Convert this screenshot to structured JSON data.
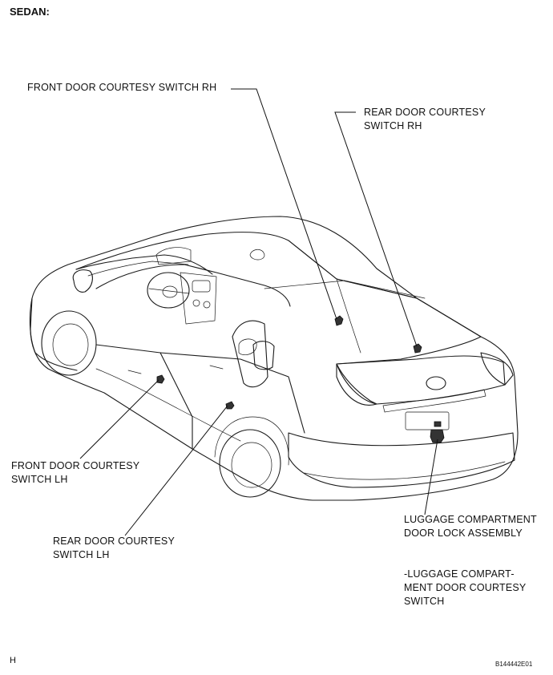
{
  "header": {
    "title": "SEDAN:"
  },
  "labels": {
    "front_rh": [
      "FRONT DOOR COURTESY SWITCH RH"
    ],
    "rear_rh": [
      "REAR DOOR COURTESY",
      "SWITCH RH"
    ],
    "front_lh": [
      "FRONT DOOR COURTESY",
      "SWITCH LH"
    ],
    "rear_lh": [
      "REAR DOOR COURTESY",
      "SWITCH LH"
    ],
    "luggage_lock": [
      "LUGGAGE COMPARTMENT",
      "DOOR LOCK ASSEMBLY"
    ],
    "luggage_switch": [
      "-LUGGAGE COMPART-",
      "MENT DOOR COURTESY",
      "SWITCH"
    ]
  },
  "footer": {
    "page_letter": "H",
    "figure_id": "B144442E01"
  }
}
